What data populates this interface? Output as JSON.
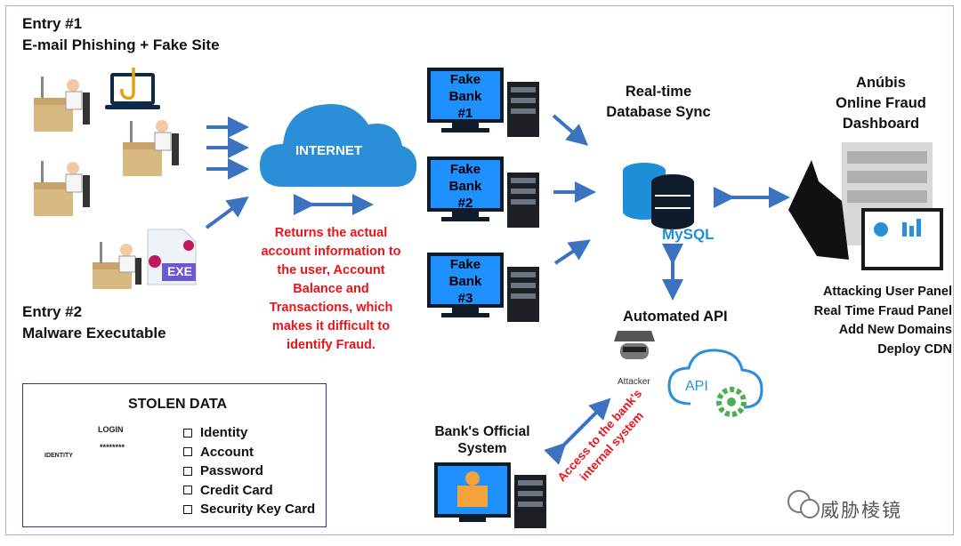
{
  "entry1": {
    "line1": "Entry #1",
    "line2": "E-mail Phishing + Fake Site"
  },
  "entry2": {
    "line1": "Entry #2",
    "line2": "Malware Executable"
  },
  "internet": "INTERNET",
  "returns_text": [
    "Returns the actual",
    "account information to",
    "the user, Account",
    "Balance and",
    "Transactions, which",
    "makes it difficult to",
    "identify Fraud."
  ],
  "fake_banks": [
    {
      "l1": "Fake",
      "l2": "Bank",
      "l3": "#1"
    },
    {
      "l1": "Fake",
      "l2": "Bank",
      "l3": "#2"
    },
    {
      "l1": "Fake",
      "l2": "Bank",
      "l3": "#3"
    }
  ],
  "db_sync": {
    "line1": "Real-time",
    "line2": "Database Sync"
  },
  "mysql": "MySQL",
  "automated_api": "Automated API",
  "attacker": "Attacker",
  "api": "API",
  "dashboard": {
    "line1": "Anúbis",
    "line2": "Online Fraud",
    "line3": "Dashboard"
  },
  "panel_items": [
    "Attacking User Panel",
    "Real Time Fraud Panel",
    "Add New Domains",
    "Deploy CDN"
  ],
  "official": {
    "line1": "Bank's Official",
    "line2": "System"
  },
  "access": {
    "line1": "Access to the bank's",
    "line2": "internal system"
  },
  "exe": "EXE",
  "stolen": {
    "title": "STOLEN DATA",
    "items": [
      "Identity",
      "Account",
      "Password",
      "Credit Card",
      "Security Key Card"
    ],
    "login": "LOGIN",
    "password_mask": "********",
    "identity_card": "IDENTITY"
  },
  "watermark": "威胁棱镜",
  "colors": {
    "arrow": "#3b73c0",
    "red": "#e8141b",
    "cloud": "#2a8fd6",
    "monitor_screen": "#1e90ff",
    "db": "#1c8fd8"
  }
}
